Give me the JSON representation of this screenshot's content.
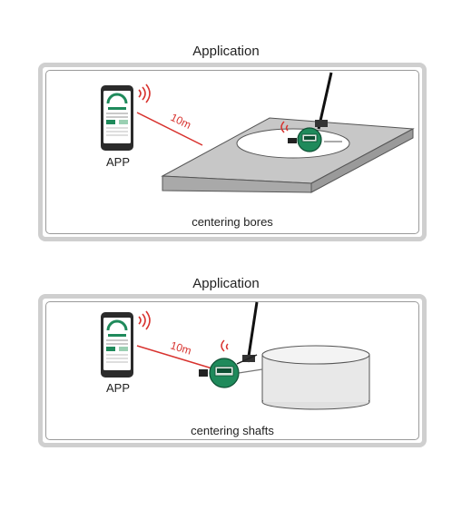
{
  "sections": [
    {
      "title": "Application",
      "app_label": "APP",
      "distance": "10m",
      "caption": "centering bores"
    },
    {
      "title": "Application",
      "app_label": "APP",
      "distance": "10m",
      "caption": "centering shafts"
    }
  ],
  "colors": {
    "signal": "#d8322e",
    "gauge_green": "#1f8a5b",
    "panel_border": "#cfcfcf"
  }
}
